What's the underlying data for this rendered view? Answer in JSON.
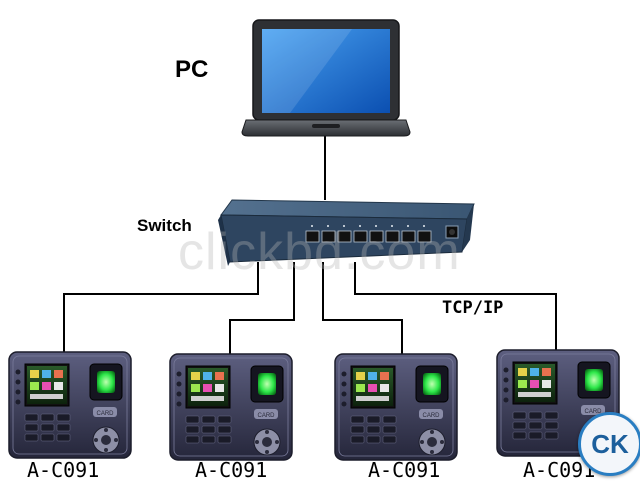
{
  "labels": {
    "pc": "PC",
    "switch": "Switch",
    "protocol": "TCP/IP",
    "devices": [
      "A-C091",
      "A-C091",
      "A-C091",
      "A-C091"
    ]
  },
  "watermark": {
    "text": "clickbd.com",
    "badge": "CK"
  },
  "colors": {
    "laptop_screen": "#1e6fd0",
    "switch_body": "#3b5876",
    "device_body": "#3c3d5a",
    "fingerprint_glow": "#2ee84a",
    "link_line": "#000000"
  },
  "icons": [
    "laptop-icon",
    "network-switch-icon",
    "fingerprint-terminal-icon"
  ]
}
